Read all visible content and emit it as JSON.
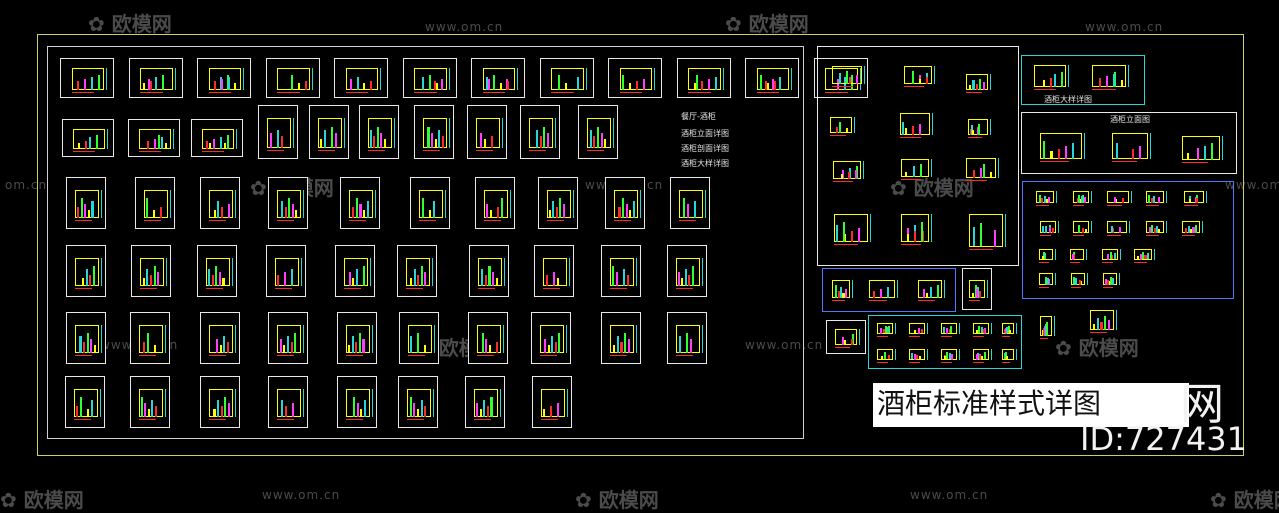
{
  "watermark": {
    "brand": "欧模网",
    "url": "www.om.cn",
    "url_partial": "om.cn"
  },
  "notes": {
    "line1": "餐厅-酒柜",
    "line2": "酒柜立面详图",
    "line3": "酒柜剖面详图",
    "line4": "酒柜大样详图"
  },
  "right_labels": {
    "detail_title": "酒柜大样详图",
    "elevation_title": "酒柜立面图"
  },
  "title_block": {
    "title": "酒柜标准样式详图",
    "id": "ID:727431",
    "overlay_brand": "网"
  },
  "colors": {
    "cad_yellow": "#ffff00",
    "cad_red": "#ff2a2a",
    "cad_magenta": "#ff3cff",
    "cad_green": "#32ff32",
    "cad_cyan": "#27d7d7",
    "cad_blue": "#4a78ff",
    "frame": "#cfcf6a",
    "watermark": "#4b4b4b"
  }
}
